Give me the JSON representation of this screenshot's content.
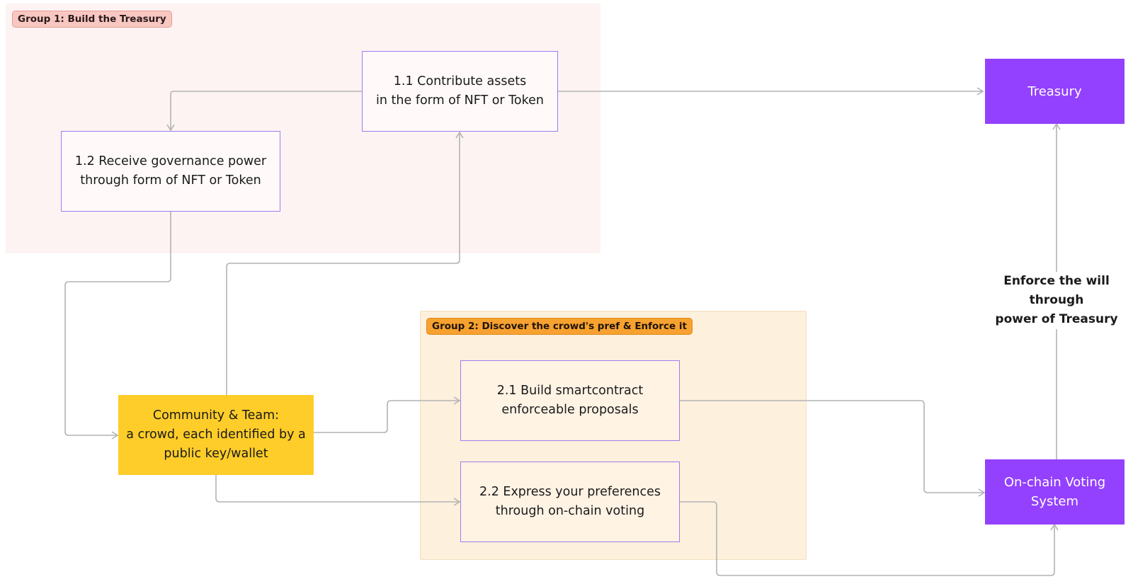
{
  "groups": {
    "group1_label": "Group 1: Build the Treasury",
    "group2_label": "Group 2: Discover the crowd's pref & Enforce it"
  },
  "nodes": {
    "contribute": "1.1 Contribute assets\nin the form of NFT or Token",
    "receive": "1.2 Receive governance power\nthrough form of NFT or Token",
    "build": "2.1 Build smartcontract\nenforceable proposals",
    "express": "2.2 Express your preferences\nthrough on-chain voting",
    "community": "Community & Team:\na crowd, each identified by a\npublic key/wallet",
    "treasury": "Treasury",
    "voting": "On-chain Voting\nSystem"
  },
  "edge_labels": {
    "enforce": "Enforce the will through\npower of Treasury"
  },
  "colors": {
    "group1_bg": "#fdf3f3",
    "group2_bg": "#fdf0dd",
    "purple": "#9340ff",
    "yellow": "#ffcd29",
    "node_border": "#9f7cf0",
    "connector": "#b3b3b3"
  }
}
